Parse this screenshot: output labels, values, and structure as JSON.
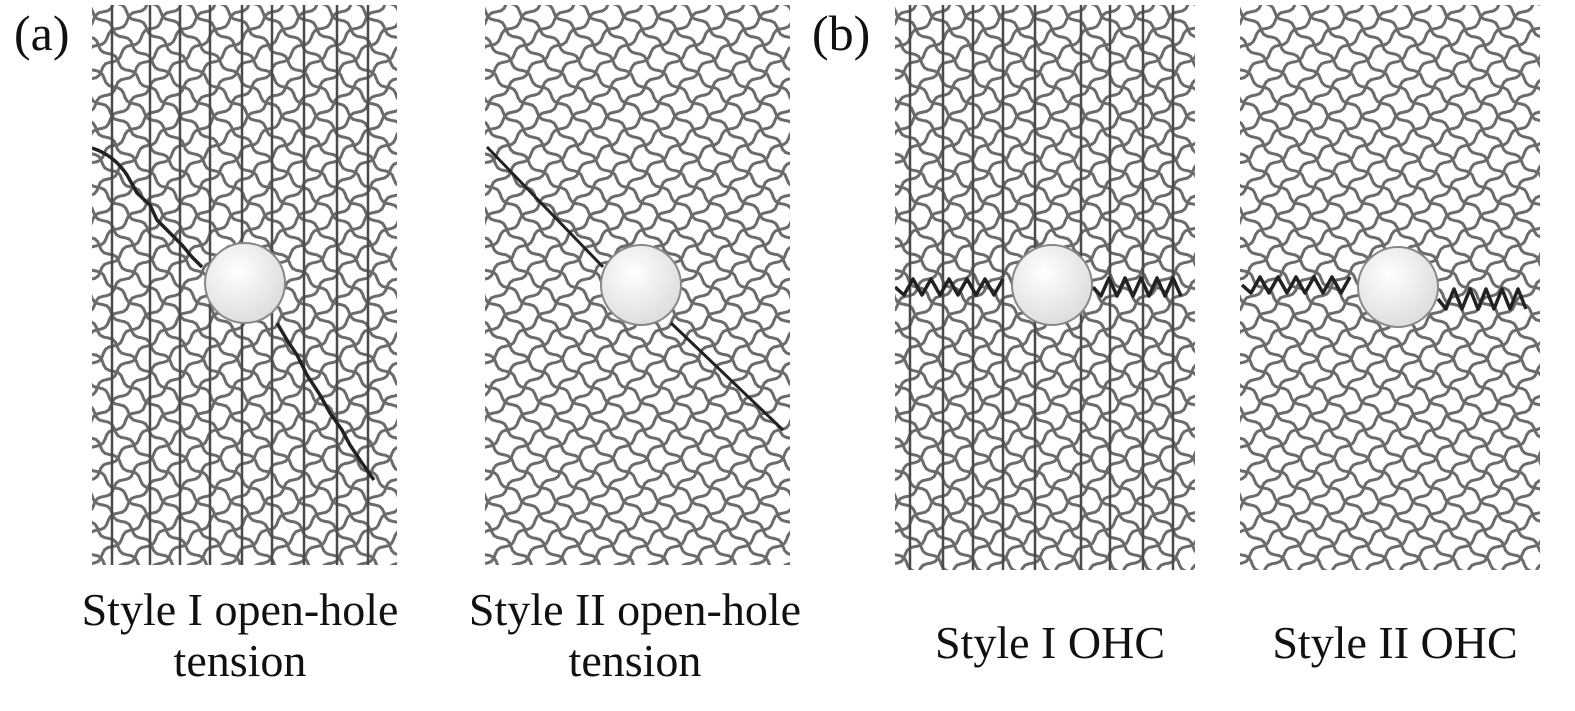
{
  "panels": [
    {
      "letter": "(a)",
      "specimens": [
        {
          "id": "s1",
          "style": "Style I",
          "crack": "diagonal-jagged",
          "captions": [
            "Style I open-hole",
            "tension"
          ]
        },
        {
          "id": "s2",
          "style": "Style II",
          "crack": "diagonal-straight",
          "captions": [
            "Style II open-hole",
            "tension"
          ]
        }
      ]
    },
    {
      "letter": "(b)",
      "specimens": [
        {
          "id": "s3",
          "style": "Style I",
          "crack": "horizontal-kink",
          "captions": [
            "Style I OHC"
          ]
        },
        {
          "id": "s4",
          "style": "Style II",
          "crack": "horizontal-kink",
          "captions": [
            "Style II OHC"
          ]
        }
      ]
    }
  ],
  "colors": {
    "fiber": "#6b6b6b",
    "axial_fiber": "#4a4a4a",
    "crack": "#222222",
    "hole_fill": "#f2f2f2",
    "hole_stroke": "#888888"
  }
}
